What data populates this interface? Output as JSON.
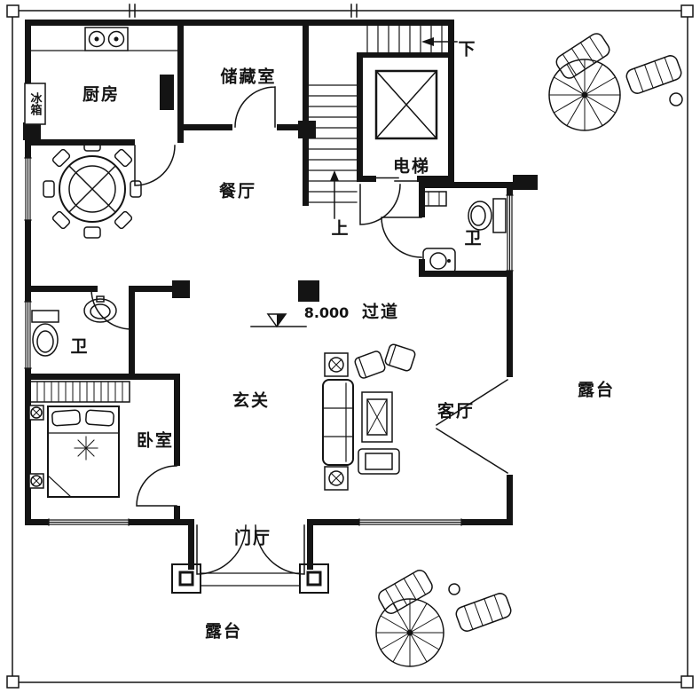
{
  "plan": {
    "colors": {
      "ink": "#141414",
      "paper": "#ffffff"
    },
    "labels": {
      "kitchen": "厨房",
      "fridge": "冰箱",
      "storage_room": "储藏室",
      "stairs_down": "下",
      "stairs_up": "上",
      "elevator": "电梯",
      "dining_room": "餐厅",
      "bathroom_upper": "卫",
      "bathroom_lower": "卫",
      "floor_elevation": "8.000",
      "hallway": "过道",
      "entry_hall": "玄关",
      "living_room": "客厅",
      "bedroom": "卧室",
      "porch": "门厅",
      "terrace_east": "露台",
      "terrace_south": "露台"
    }
  }
}
